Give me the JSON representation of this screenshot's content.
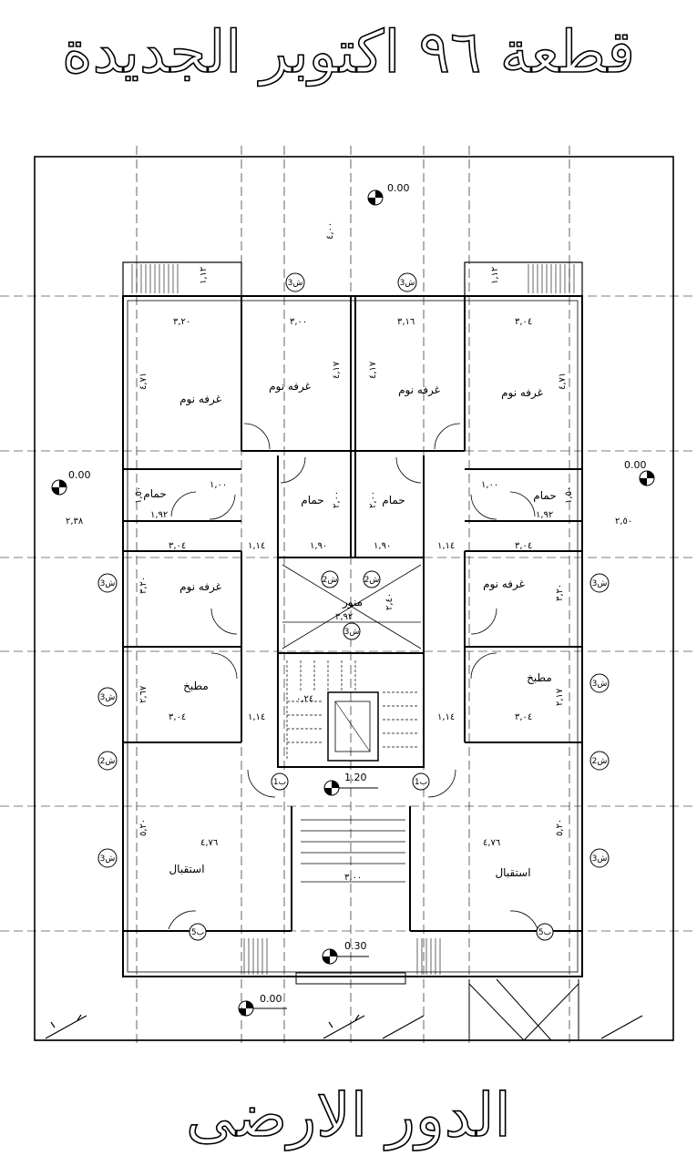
{
  "title": "قطعة ٩٦ اكتوبر الجديدة",
  "floor_title": "الدور الارضى",
  "rooms": {
    "bedroom": "غرفه نوم",
    "bathroom": "حمام",
    "kitchen": "مطبخ",
    "reception": "استقبال",
    "lightwell": "منور"
  },
  "levels": {
    "top": "0.00",
    "left": "0.00",
    "right": "0.00",
    "stair": "1.20",
    "entrance": "0.30",
    "bottom": "0.00"
  },
  "dimensions": {
    "setback_top": "٤,٠٠",
    "side_left": "٢,٣٨",
    "side_right": "٢,٥٠",
    "balcony_l": "١,١٢",
    "balcony_r": "١,١٢",
    "bed1_w": "٣,٢٠",
    "bed2_w": "٣,٠٠",
    "bed3_w": "٣,١٦",
    "bed4_w": "٣,٠٤",
    "bed1_h": "٤,٧١",
    "bed2_h": "٤,١٧",
    "bed3_h": "٤,١٧",
    "bed4_h": "٤,٧١",
    "bath1_w": "١,٠٠",
    "bath4_w": "١,٠٠",
    "bath1_h": "١,٥٠",
    "bath4_h": "١,٥٠",
    "bath1_b": "١,٩٢",
    "bath4_b": "١,٩٢",
    "bath2_h": "٢,٠٠",
    "bath3_h": "٢,٠٠",
    "hall_l": "١,١٤",
    "hall_r": "١,١٤",
    "bath2_b": "١,٩٠",
    "bath3_b": "١,٩٠",
    "row_l": "٣,٠٤",
    "row_r": "٣,٠٤",
    "bed5_h": "٣,٢٠",
    "bed6_h": "٣,٢٠",
    "lightwell_w": "٣,٩٢",
    "lightwell_h": "٢,٤٠",
    "stair_dim": "٠,٢٤",
    "kit_l_h": "٢,٦٧",
    "kit_r_h": "٢,١٧",
    "kit_l_w": "٣,٠٤",
    "kit_r_w": "٣,٠٤",
    "kit_hall_l": "١,١٤",
    "kit_hall_r": "١,١٤",
    "rec_l_w": "٤,٧٦",
    "rec_r_w": "٤,٧٦",
    "rec_l_h": "٥,٢٠",
    "rec_r_h": "٥,٢٠",
    "entry_w": "٣,٠٠"
  },
  "window_tags": {
    "w3": "ش3",
    "w2": "ش2",
    "d1": "ب1",
    "d5": "ب5"
  }
}
